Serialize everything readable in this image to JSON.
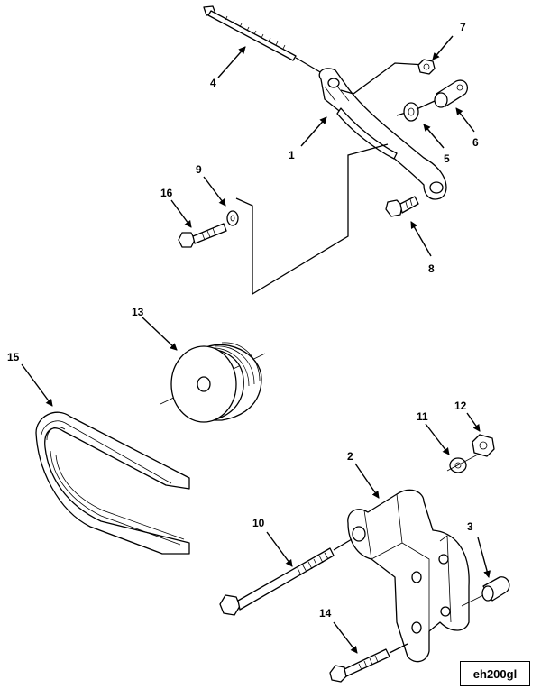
{
  "figure_id": "eh200gl",
  "callouts": [
    "1",
    "2",
    "3",
    "4",
    "5",
    "6",
    "7",
    "8",
    "9",
    "10",
    "11",
    "12",
    "13",
    "14",
    "15",
    "16"
  ]
}
